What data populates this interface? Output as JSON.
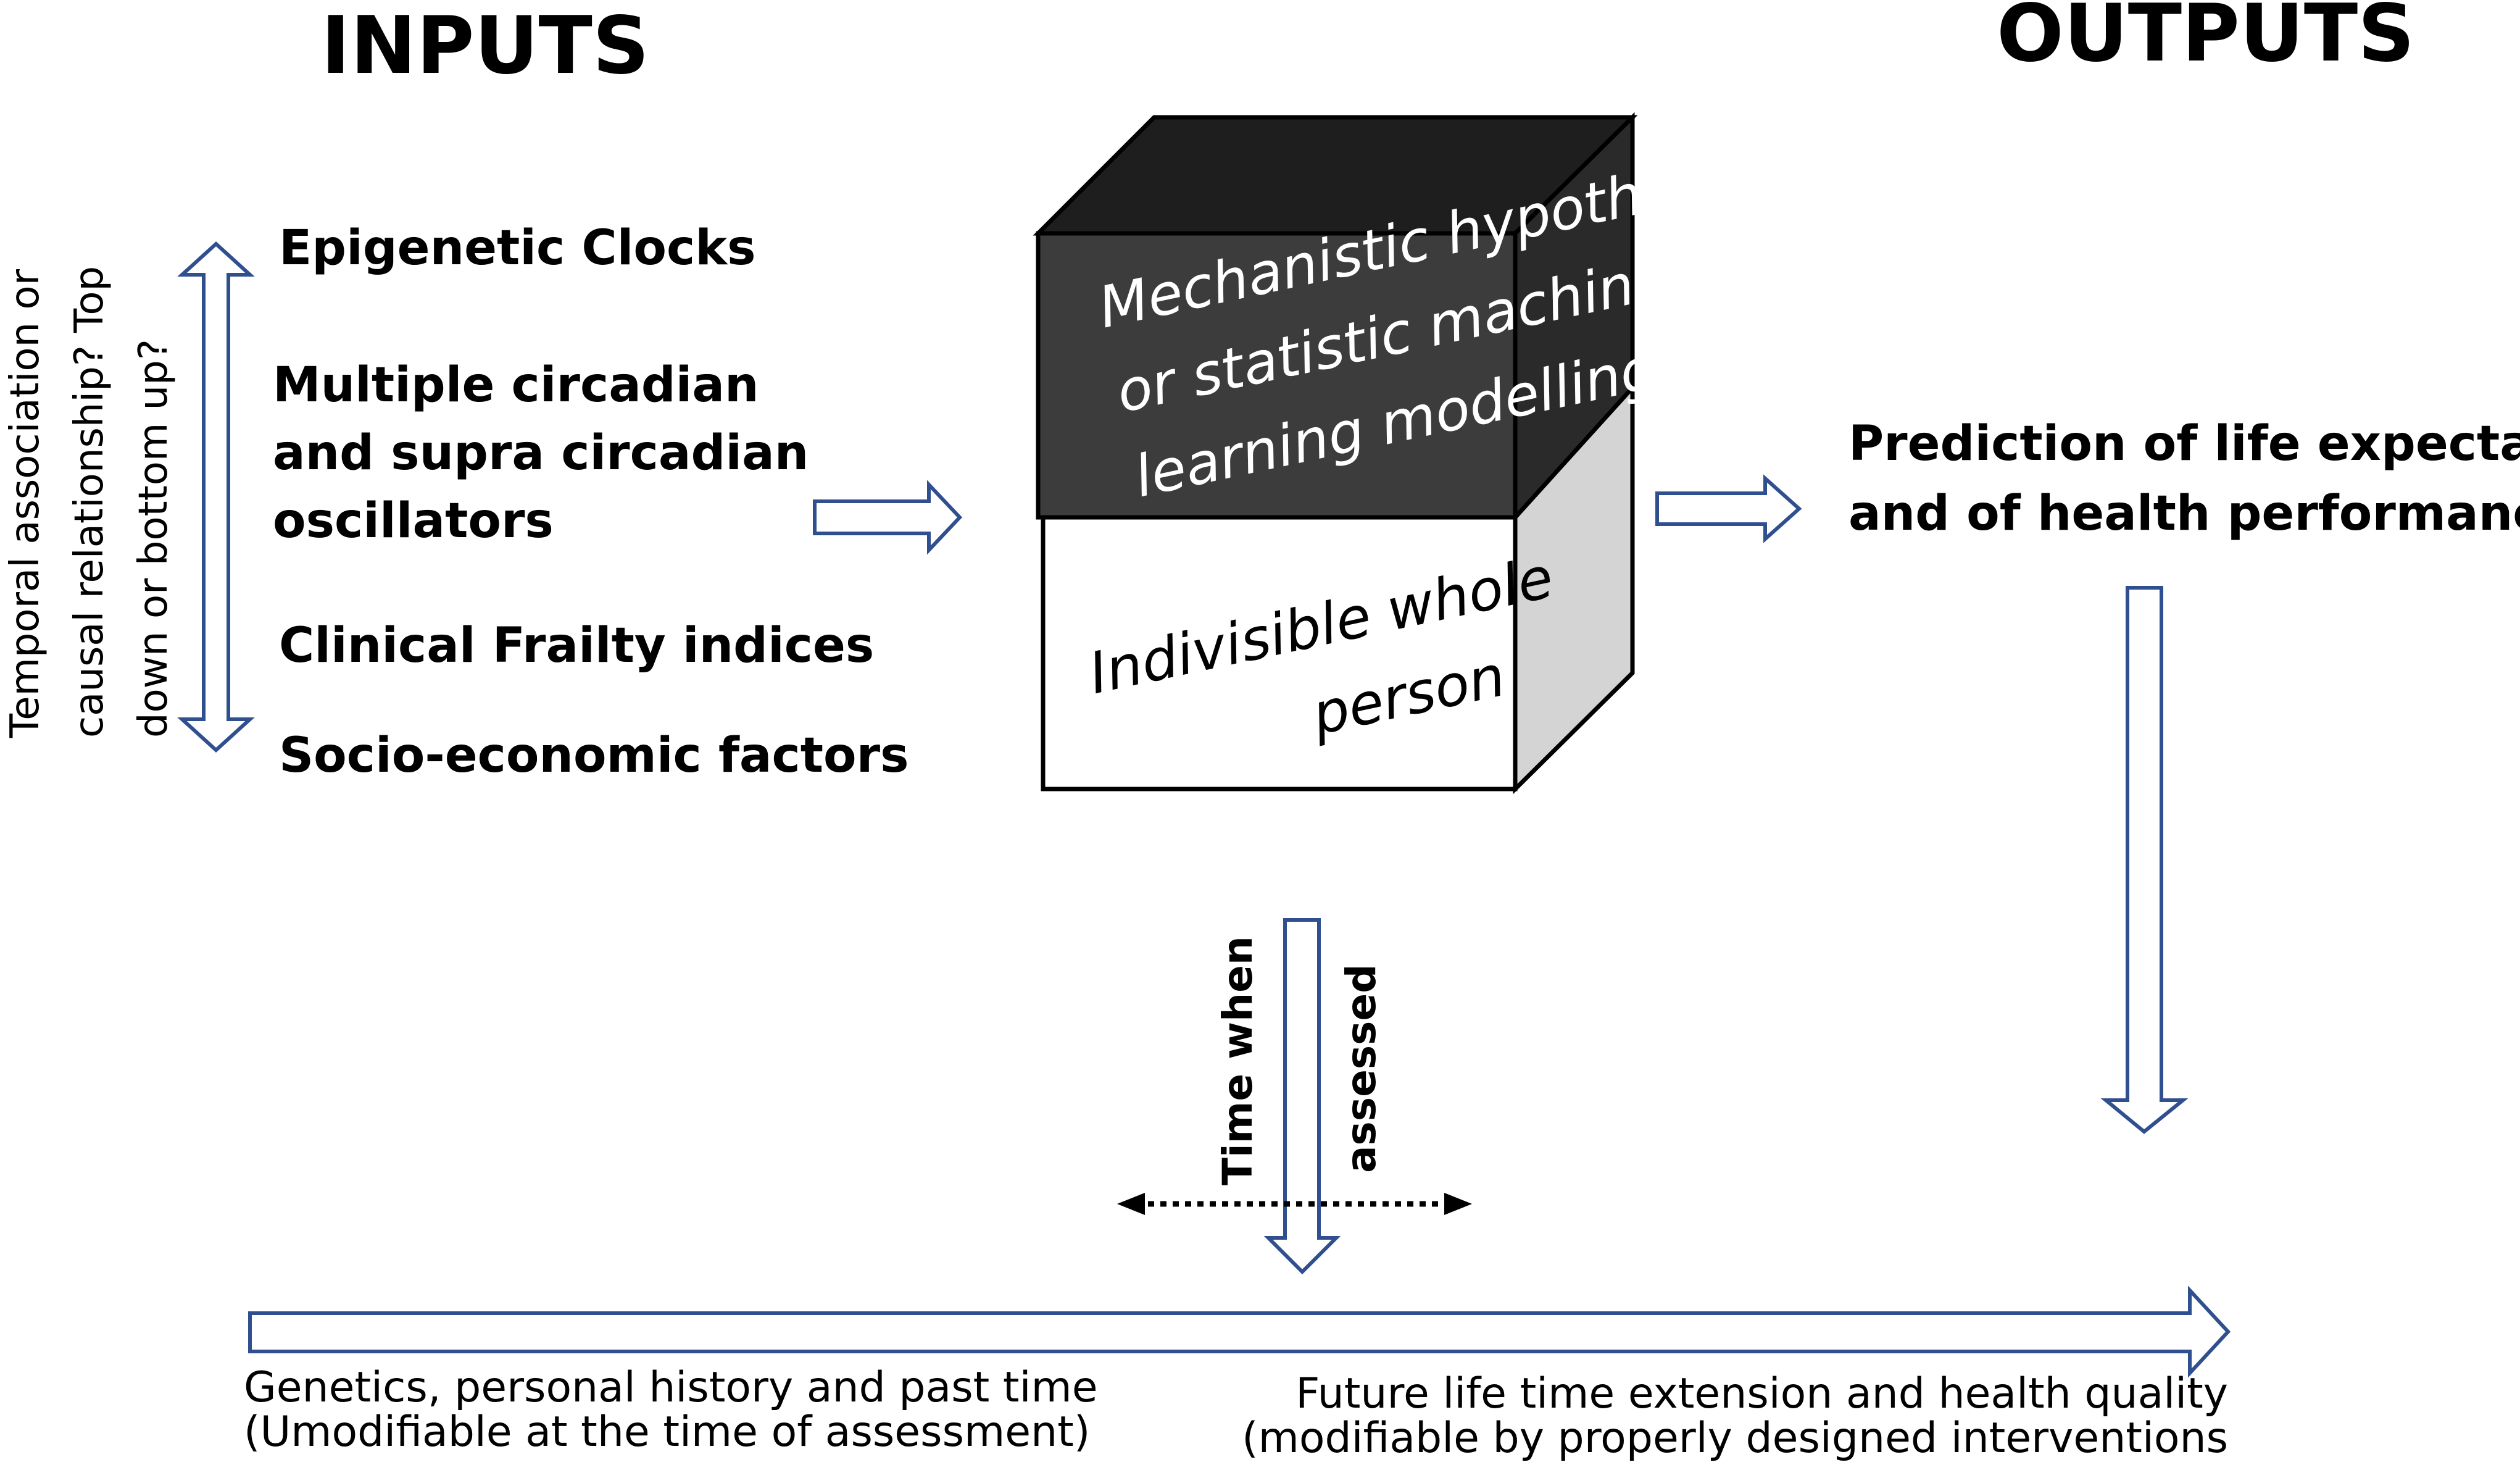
{
  "headings": {
    "inputs": "INPUTS",
    "outputs": "OUTPUTS"
  },
  "side_label": {
    "line1": "Temporal association or",
    "line2": "causal relationship? Top",
    "line3": "down or bottom up?"
  },
  "inputs": {
    "item1": "Epigenetic Clocks",
    "item2_line1": "Multiple circadian",
    "item2_line2": "and supra circadian",
    "item2_line3": "oscillators",
    "item3": "Clinical Frailty indices",
    "item4": "Socio-economic factors"
  },
  "cube": {
    "top_line1": "Mechanistic hypothesis",
    "top_line2": "or  statistic machine-",
    "top_line3": "learning modelling?",
    "front_line1": "Indivisible whole",
    "front_line2": "person"
  },
  "outputs": {
    "line1": "Prediction of life expectancy",
    "line2": "and of health performance"
  },
  "time_assessed": {
    "line1": "Time when",
    "line2": "assessed"
  },
  "timeline": {
    "left_line1": "Genetics, personal history and past time",
    "left_line2": "(Umodifiable at the time of assessment)",
    "right_line1": "Future life time extension and health quality",
    "right_line2": "(modifiable by properly designed interventions"
  },
  "colors": {
    "arrow_outline": "#2f4f8f",
    "cube_top": "#3c3c3c",
    "cube_side": "#d4d4d4"
  }
}
